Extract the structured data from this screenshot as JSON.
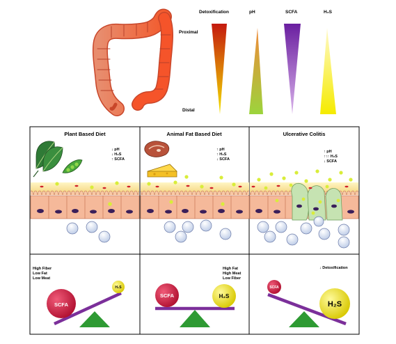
{
  "gradient_legend": {
    "columns": [
      {
        "label": "Detoxification",
        "color": "#d31f0e"
      },
      {
        "label": "pH",
        "color": "#e8a64a"
      },
      {
        "label": "SCFA",
        "color": "#7a2aa6"
      },
      {
        "label": "H₂S",
        "color": "#f3e300"
      }
    ],
    "proximal_label": "Proximal",
    "distal_label": "Distal"
  },
  "panels": [
    {
      "title": "Plant Based Diet",
      "indicators": [
        "↓ pH",
        "↓ H₂S",
        "↑ SCFA"
      ],
      "diet_text": [
        "High Fiber",
        "Low Fat",
        "Low Meat"
      ],
      "balance_left": "SCFA",
      "balance_right": "H₂S"
    },
    {
      "title": "Animal Fat Based Diet",
      "indicators": [
        "↑ pH",
        "↑ H₂S",
        "↓ SCFA"
      ],
      "diet_text": [
        "High Fat",
        "High Meat",
        "Low Fiber"
      ],
      "balance_left": "SCFA",
      "balance_right": "H₂S"
    },
    {
      "title": "Ulcerative Colitis",
      "indicators": [
        "↑ pH",
        "↑↑↑ H₂S",
        "↓ SCFA"
      ],
      "diet_text": [
        "↓ Detoxification"
      ],
      "balance_left": "SCFA",
      "balance_right": "H₂S"
    }
  ],
  "colors": {
    "fulcrum": "#2e9a33",
    "beam": "#7b2f9a",
    "scfa_ball": "#c41a3d",
    "h2s_ball": "#f3e800",
    "colon": "#ee6a45"
  }
}
